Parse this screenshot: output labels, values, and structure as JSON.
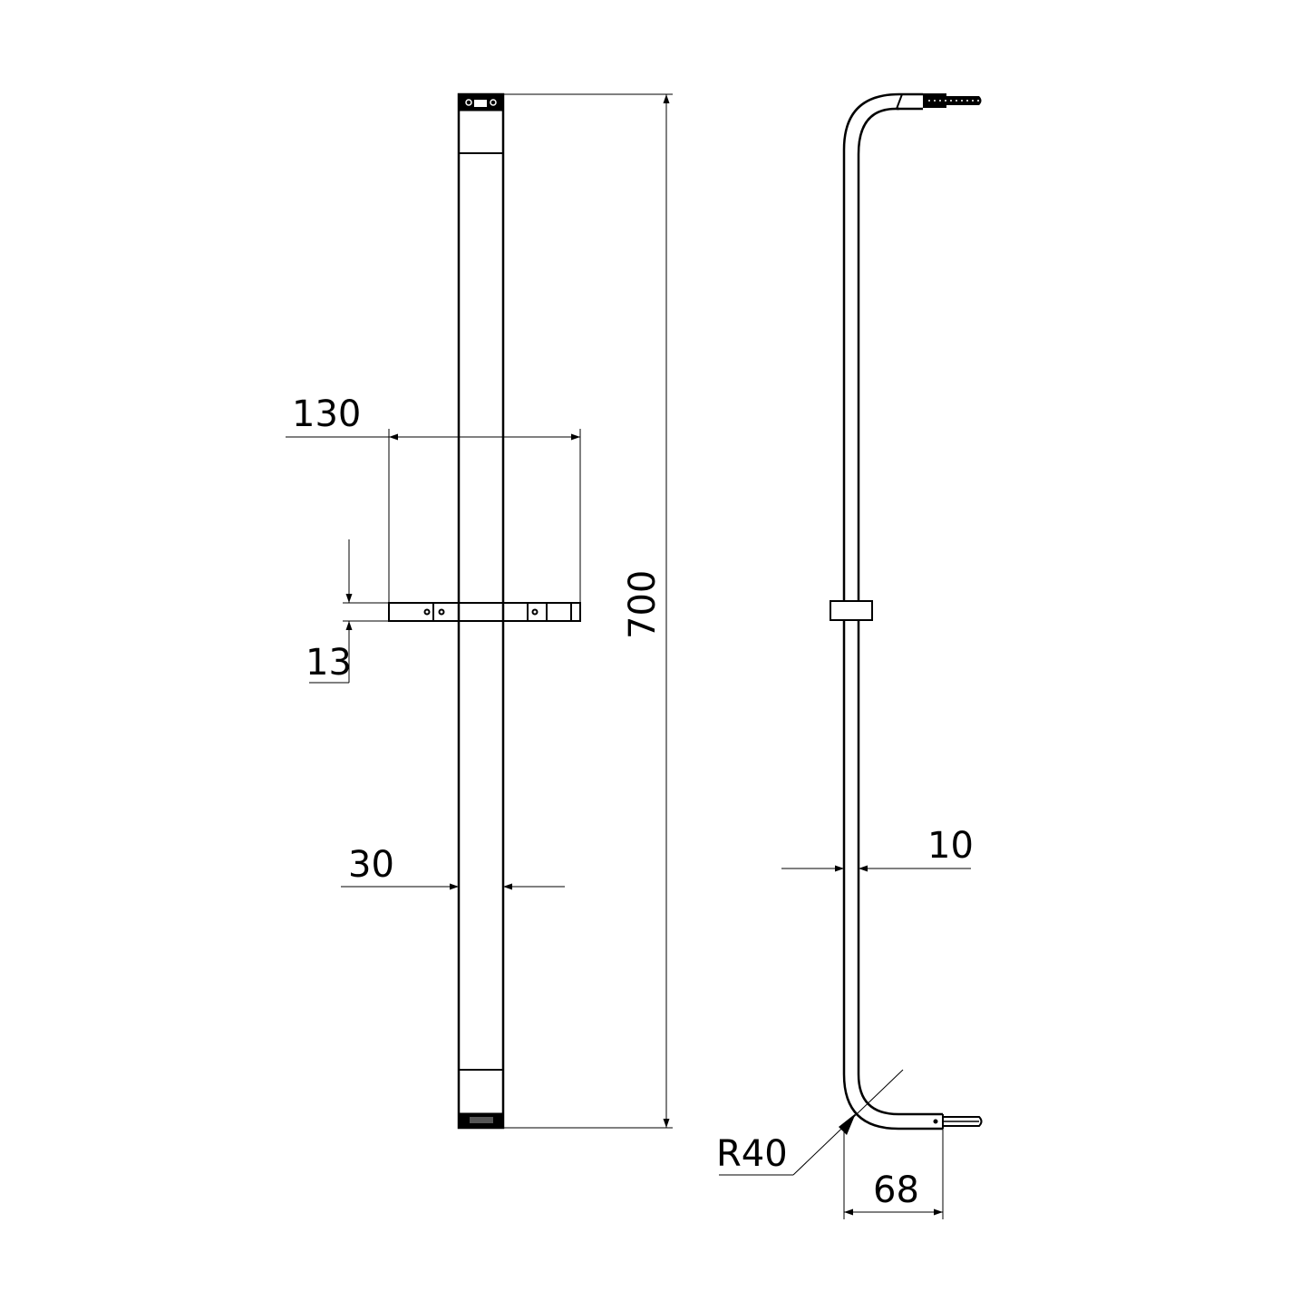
{
  "drawing": {
    "type": "technical drawing",
    "subject": "shower slide rail",
    "stroke_color": "#000000",
    "background": "#ffffff"
  },
  "front_view": {
    "dimensions": {
      "total_height": "700",
      "holder_width": "130",
      "holder_thickness": "13",
      "bar_width": "30"
    }
  },
  "side_view": {
    "dimensions": {
      "tube_diameter": "10",
      "bend_radius": "R40",
      "wall_offset": "68"
    }
  }
}
